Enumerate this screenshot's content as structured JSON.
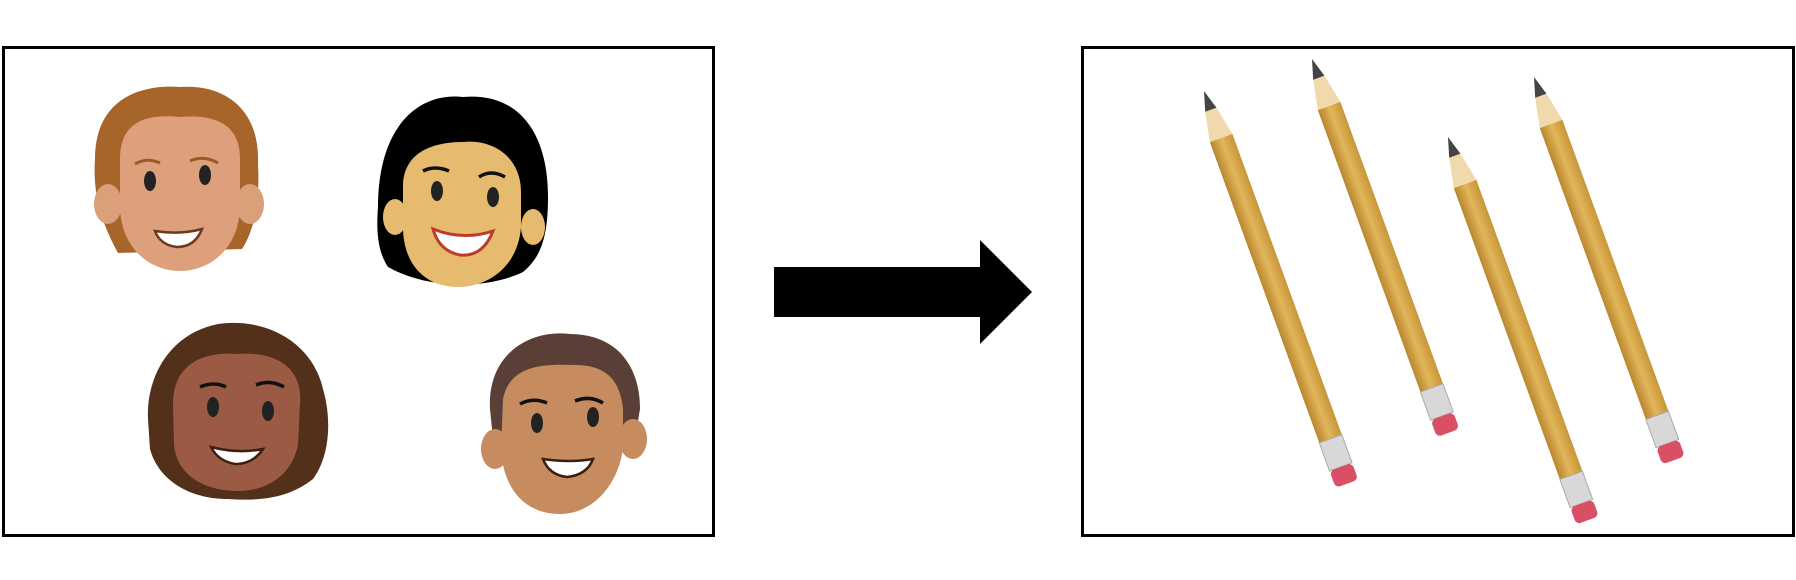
{
  "diagram": {
    "input_panel": {
      "items": [
        "face-red-hair",
        "face-black-hair",
        "face-curly-hair",
        "face-short-hair"
      ]
    },
    "output_panel": {
      "items": [
        "pencil",
        "pencil",
        "pencil",
        "pencil"
      ]
    },
    "colors": {
      "border": "#000000",
      "arrow": "#000000",
      "pencil_body": "#d9a94a",
      "pencil_eraser": "#d94f66",
      "hair_red": "#a8652a",
      "hair_black": "#000000",
      "hair_curly": "#53301a",
      "hair_short": "#5a3f36"
    }
  }
}
